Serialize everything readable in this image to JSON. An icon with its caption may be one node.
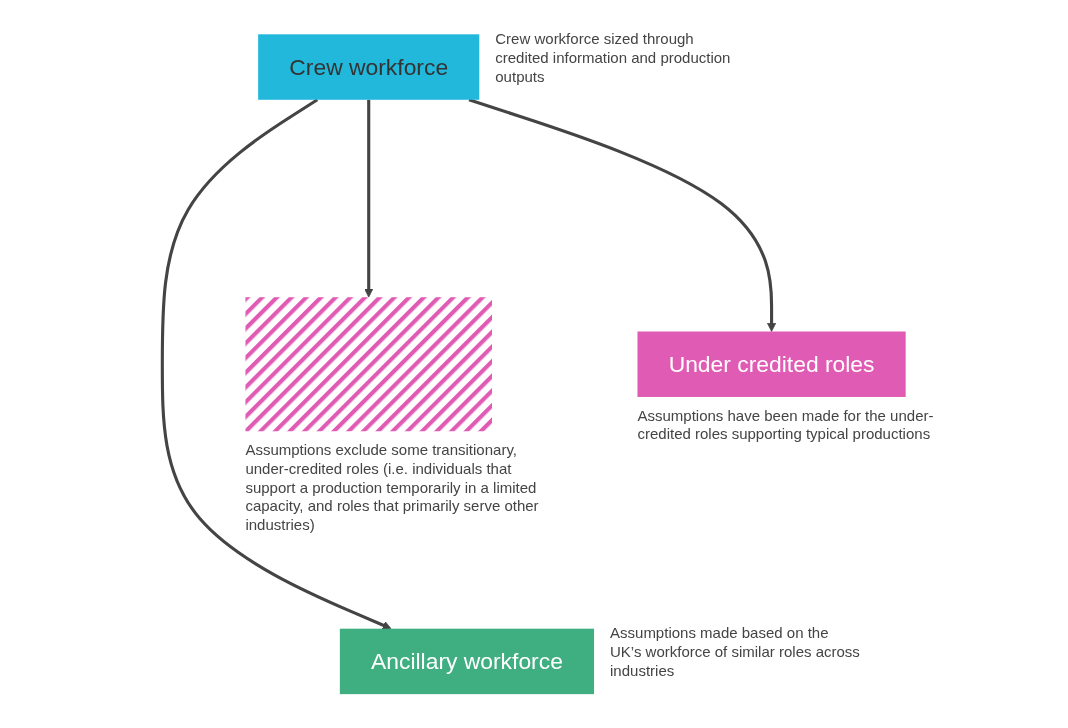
{
  "diagram": {
    "nodes": [
      {
        "text": [
          "Crew workforce"
        ],
        "beside": [
          "Crew workforce sized through credited information and production outputs"
        ]
      },
      {
        "text": [
          "Under credited roles"
        ],
        "beside": [
          "Assumptions have been made for the under-credited roles supporting typical productions"
        ]
      },
      {
        "text": [],
        "shape": "box",
        "beside": [
          "Assumptions exclude some transitionary, under-credited roles (i.e. individuals that support a production temporarily in a limited capacity, and roles that primarily serve other industries)"
        ]
      },
      {
        "text": [
          "Ancillary workforce"
        ],
        "beside": [
          "Assumptions made based on the UK’s workforce of similar roles across industries"
        ]
      }
    ],
    "edges": [
      {
        "from": 0,
        "to": 1,
        "arrow": "to"
      },
      {
        "from": 0,
        "to": 2,
        "arrow": "to"
      },
      {
        "from": 0,
        "to": 3,
        "arrow": "to"
      }
    ]
  }
}
